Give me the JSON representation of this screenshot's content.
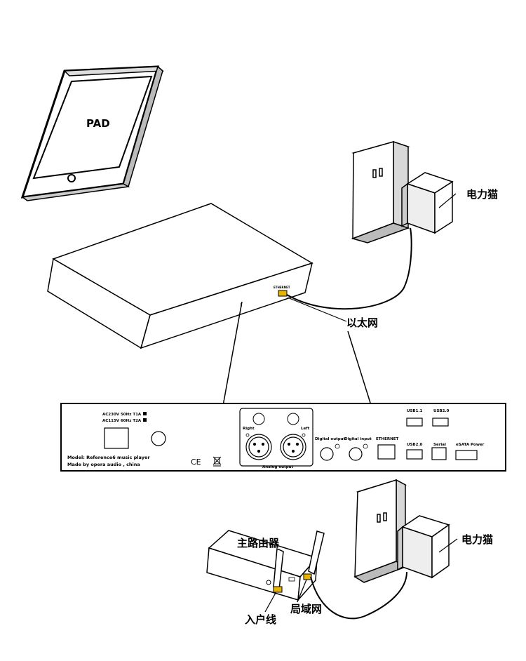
{
  "labels": {
    "pad": "PAD",
    "powercat_top": "电力猫",
    "ethernet": "以太网",
    "main_router": "主路由器",
    "powercat_bottom": "电力猫",
    "incoming_line": "入户线",
    "lan": "局域网"
  },
  "player_top": {
    "port_label": "ETHERNET"
  },
  "rear_panel": {
    "power_rating_1": "AC230V 50Hz T1A",
    "power_rating_2": "AC115V 60Hz T2A",
    "model": "Model: Reference6 music player",
    "made_by": "Made by opera audio , china",
    "ce_mark": "CE",
    "right": "Right",
    "left": "Left",
    "analog_output": "Analog output",
    "digital_output": "Digital output",
    "digital_input": "Digital input",
    "ethernet": "ETHERNET",
    "usb11": "USB1.1",
    "usb20_top": "USB2.0",
    "usb20_bottom": "USB2.0",
    "serial": "Serial",
    "esata_power": "eSATA Power"
  },
  "colors": {
    "line": "#000000",
    "port_accent": "#e8b400",
    "background": "#ffffff"
  }
}
